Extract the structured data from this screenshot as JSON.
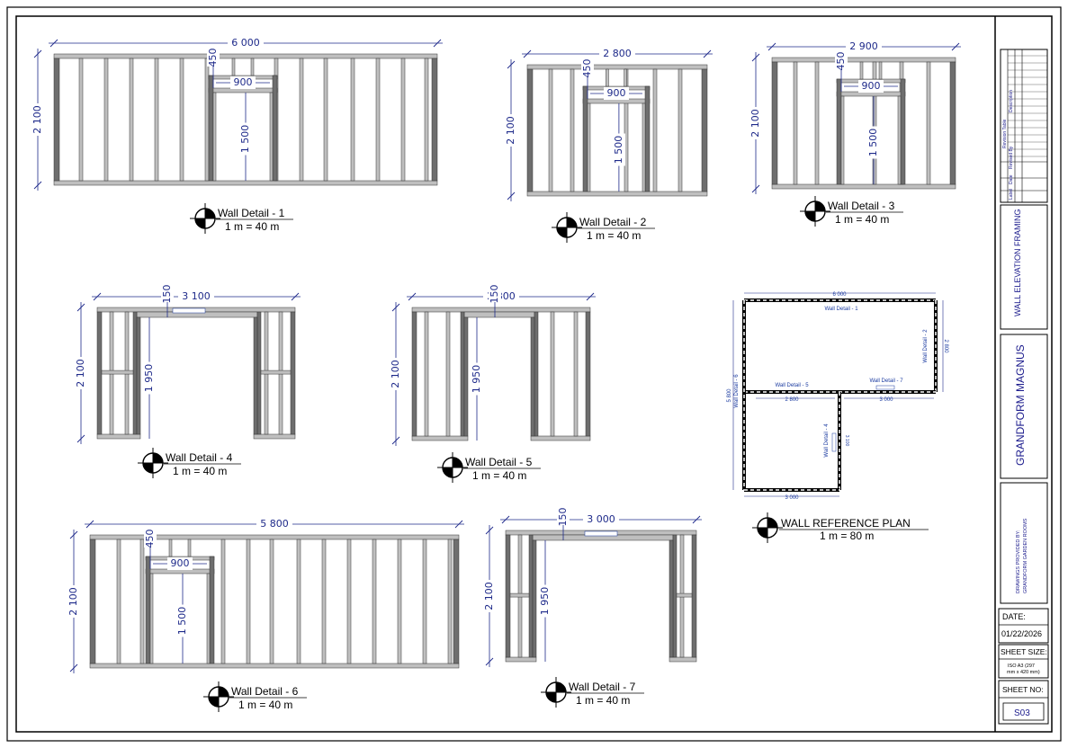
{
  "colors": {
    "frame": "#000000",
    "dimension": "#1e2a8a",
    "stud_fill": "#bfbfbf",
    "stud_dark": "#6e6e6e",
    "title_text": "#1a1a8c"
  },
  "details": [
    {
      "label": "Wall Detail - 1",
      "scale": "1 m = 40 m",
      "width": "6 000",
      "height": "2 100",
      "header": "450",
      "opening_w": "900",
      "opening_h": "1 500"
    },
    {
      "label": "Wall Detail - 2",
      "scale": "1 m = 40 m",
      "width": "2 800",
      "height": "2 100",
      "header": "450",
      "opening_w": "900",
      "opening_h": "1 500"
    },
    {
      "label": "Wall Detail - 3",
      "scale": "1 m = 40 m",
      "width": "2 900",
      "height": "2 100",
      "header": "450",
      "opening_w": "900",
      "opening_h": "1 500"
    },
    {
      "label": "Wall Detail - 4",
      "scale": "1 m = 40 m",
      "width": "3 100",
      "height": "2 100",
      "header": "150",
      "opening_h": "1 950"
    },
    {
      "label": "Wall Detail - 5",
      "scale": "1 m = 40 m",
      "width": "2 800",
      "height": "2 100",
      "header": "150",
      "opening_h": "1 950"
    },
    {
      "label": "Wall Detail - 6",
      "scale": "1 m = 40 m",
      "width": "5 800",
      "height": "2 100",
      "header": "450",
      "opening_w": "900",
      "opening_h": "1 500"
    },
    {
      "label": "Wall Detail - 7",
      "scale": "1 m = 40 m",
      "width": "3 000",
      "height": "2 100",
      "header": "150",
      "opening_h": "1 950"
    }
  ],
  "plan": {
    "label": "WALL REFERENCE PLAN",
    "scale": "1 m = 80 m",
    "top_dim": "6 000",
    "right_dim": "2 800",
    "left_dim": "5 800",
    "mid_left_dim": "2 800",
    "mid_right_dim": "3 000",
    "bottom_dim": "3 000",
    "small_dim": "3 100",
    "tags": {
      "d1": "Wall Detail - 1",
      "d2": "Wall Detail - 2",
      "d4": "Wall Detail - 4",
      "d5": "Wall Detail - 5",
      "d6": "Wall Detail - 6",
      "d7": "Wall Detail - 7"
    }
  },
  "title_block": {
    "revision_headers": [
      "Label",
      "Date",
      "Revised By",
      "Revision Table",
      "Description"
    ],
    "drawing_title": "WALL ELEVATION FRAMING",
    "company": "GRANDFORM MAGNUS",
    "provided_by_1": "DRAWINGS PROVIDED BY:",
    "provided_by_2": "GRANDFORM GARDEN ROOMS",
    "date_label": "DATE:",
    "date_value": "01/22/2026",
    "sheet_size_label": "SHEET SIZE:",
    "sheet_size_value_1": "ISO A3 (297",
    "sheet_size_value_2": "mm x 420 mm)",
    "sheet_no_label": "SHEET NO:",
    "sheet_no_value": "S03"
  }
}
